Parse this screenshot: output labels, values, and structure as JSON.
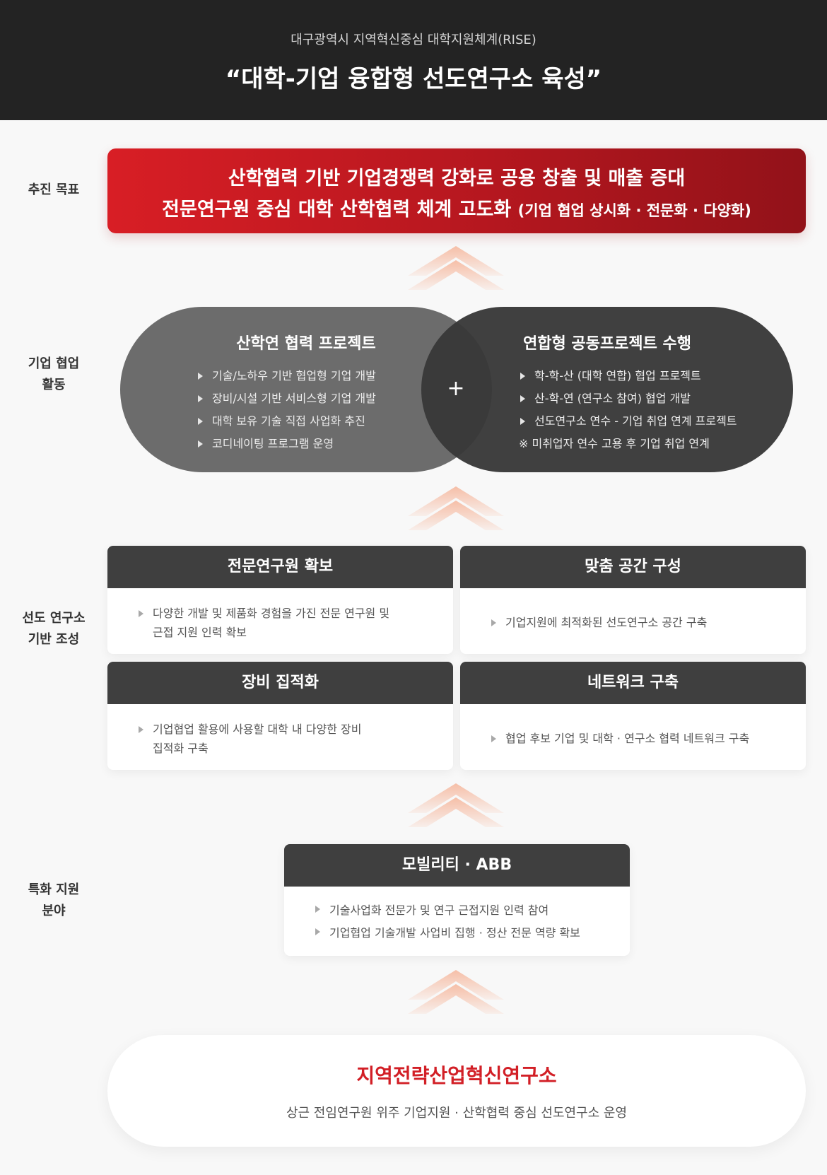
{
  "header": {
    "subtitle": "대구광역시 지역혁신중심 대학지원체계(RISE)",
    "title": "“대학-기업 융합형 선도연구소 육성”"
  },
  "labels": {
    "goal": "추진 목표",
    "activity_1": "기업 협업",
    "activity_2": "활동",
    "foundation_1": "선도 연구소",
    "foundation_2": "기반 조성",
    "special_1": "특화 지원",
    "special_2": "분야"
  },
  "goal": {
    "line1": "산학협력 기반 기업경쟁력 강화로 공용 창출 및 매출 증대",
    "line2": "전문연구원 중심 대학 산학협력 체계 고도화",
    "line2_small": "(기업 협업 상시화 · 전문화 · 다양화)"
  },
  "activities": {
    "left": {
      "title": "산학연 협력 프로젝트",
      "items": [
        "기술/노하우 기반 협업형 기업 개발",
        "장비/시설 기반 서비스형 기업 개발",
        "대학 보유 기술 직접 사업화 추진",
        "코디네이팅 프로그램 운영"
      ]
    },
    "plus": "+",
    "right": {
      "title": "연합형 공동프로젝트 수행",
      "items": [
        "학-학-산 (대학 연합) 협업 프로젝트",
        "산-학-연 (연구소 참여) 협업 개발",
        "선도연구소 연수 - 기업 취업 연계 프로젝트"
      ],
      "note": "※ 미취업자 연수 고용 후 기업 취업 연계"
    }
  },
  "foundation": {
    "cards": [
      {
        "title": "전문연구원 확보",
        "text1": "다양한 개발 및 제품화 경험을 가진 전문 연구원 및",
        "text2": "근접 지원 인력 확보"
      },
      {
        "title": "맞춤 공간 구성",
        "text1": "기업지원에 최적화된 선도연구소 공간 구축"
      },
      {
        "title": "장비 집적화",
        "text1": "기업협업 활용에 사용할 대학 내 다양한 장비",
        "text2": "집적화 구축"
      },
      {
        "title": "네트워크 구축",
        "text1": "협업 후보 기업 및 대학 · 연구소 협력 네트워크 구축"
      }
    ]
  },
  "special": {
    "title": "모빌리티 · ABB",
    "items": [
      "기술사업화 전문가 및 연구 근접지원 인력 참여",
      "기업협업 기술개발 사업비 집행 · 정산 전문 역량 확보"
    ]
  },
  "base": {
    "name": "지역전략산업혁신연구소",
    "desc": "상근 전임연구원 위주 기업지원 · 산학협력 중심 선도연구소 운영"
  },
  "colors": {
    "accent_red": "#d21f26",
    "header_bg": "#232323",
    "card_head": "#3f3f3f",
    "arrow": "#f08a66"
  }
}
